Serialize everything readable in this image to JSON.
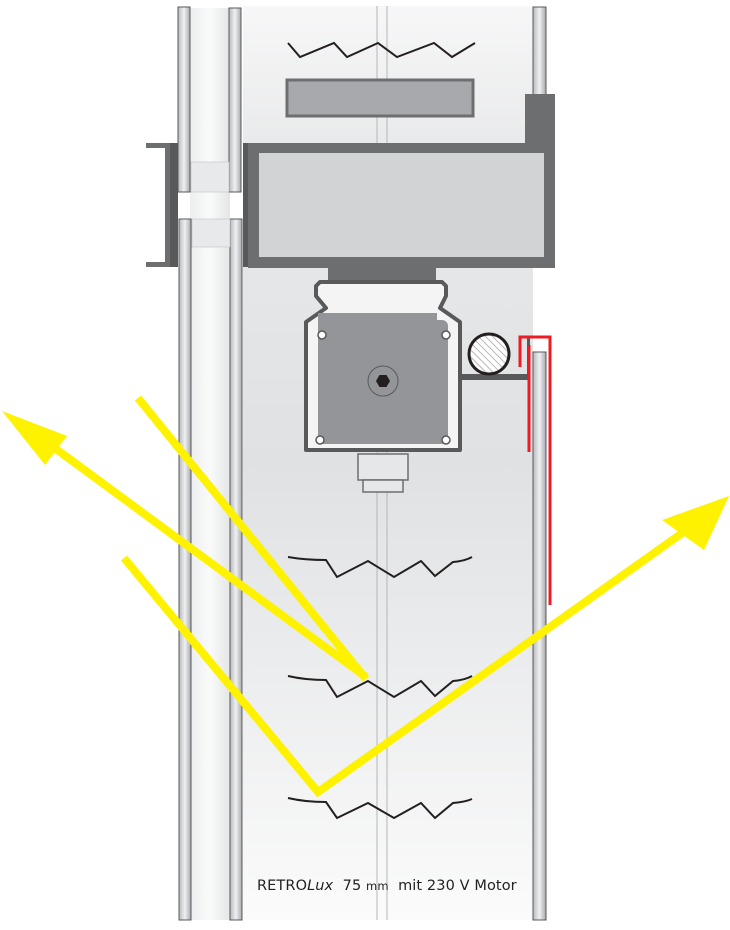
{
  "diagram": {
    "title": "RETROLux 75 mm mit 230 V Motor",
    "caption": {
      "brand_bold": "RETRO",
      "brand_italic": "Lux",
      "size_value": "75",
      "size_unit": "mm",
      "suffix": "mit 230 V Motor"
    },
    "components": [
      "inner-glass-pane",
      "outer-glass-pane",
      "window-frame-bracket",
      "head-rail-box",
      "slat-stack-top",
      "motor-housing",
      "motor-shaft-hex",
      "guide-rod",
      "red-guide-profile",
      "blind-slats",
      "light-ray-arrows"
    ],
    "colors": {
      "frame_dark": "#6d6e70",
      "frame_light": "#d2d3d5",
      "motor_grey": "#939598",
      "light_ray": "#fff200",
      "guide_profile": "#ed1c24",
      "slat_line": "#231f20",
      "background_panel": "#e6e7e8"
    }
  }
}
